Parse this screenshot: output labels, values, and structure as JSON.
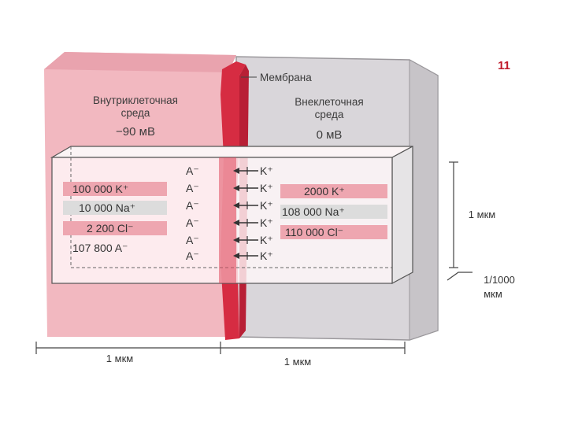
{
  "figure_number": "11",
  "membrane_label": "Мембрана",
  "intracellular": {
    "title_line1": "Внутриклеточная",
    "title_line2": "среда",
    "potential": "−90 мВ",
    "ions": [
      "100 000 K⁺",
      "10 000 Na⁺",
      "2 200 Cl⁻",
      "107 800 A⁻"
    ]
  },
  "extracellular": {
    "title_line1": "Внеклеточная",
    "title_line2": "среда",
    "potential": "0 мВ",
    "ions": [
      "2000 K⁺",
      "108 000 Na⁺",
      "110 000 Cl⁻"
    ]
  },
  "membrane_anions": [
    "A⁻",
    "A⁻",
    "A⁻",
    "A⁻",
    "A⁻",
    "A⁻"
  ],
  "membrane_cations": [
    "K⁺",
    "K⁺",
    "K⁺",
    "K⁺",
    "K⁺",
    "K⁺"
  ],
  "scale": {
    "vertical": "1 мкм",
    "depth_line1": "1/1000",
    "depth_line2": "мкм",
    "bottom_left": "1 мкм",
    "bottom_right": "1 мкм"
  },
  "colors": {
    "intracellular_fill": "#f2b8c0",
    "intracellular_dark": "#e79aa6",
    "membrane": "#d62c42",
    "extracellular_fill": "#d9d6da",
    "highlight_pink": "#eea6b0",
    "highlight_gray": "#dcdcdc"
  }
}
